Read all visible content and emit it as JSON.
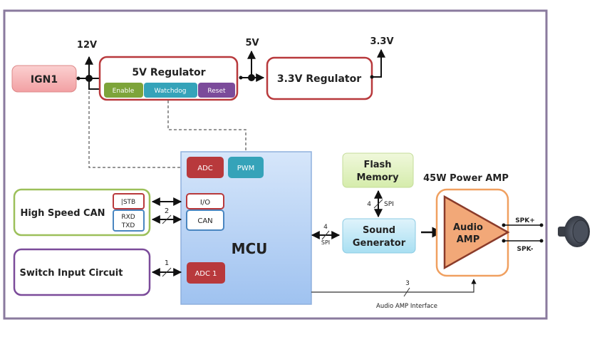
{
  "power": {
    "ign": "IGN1",
    "v12": "12V",
    "v5": "5V",
    "v33": "3.3V",
    "reg5": {
      "title": "5V Regulator",
      "pins": [
        "Enable",
        "Watchdog",
        "Reset"
      ]
    },
    "reg33": {
      "title": "3.3V Regulator"
    }
  },
  "mcu": {
    "title": "MCU",
    "ports": {
      "adc": "ADC",
      "pwm": "PWM",
      "io": "I/O",
      "can": "CAN",
      "adc1": "ADC 1"
    }
  },
  "can": {
    "title": "High Speed CAN",
    "pins": {
      "stb": "|STB",
      "rxd": "RXD",
      "txd": "TXD"
    },
    "bus_width": "2"
  },
  "switch": {
    "title": "Switch Input Circuit",
    "bus_width": "1"
  },
  "flash": {
    "line1": "Flash",
    "line2": "Memory",
    "bus_width": "4",
    "bus_type": "SPI"
  },
  "sound": {
    "line1": "Sound",
    "line2": "Generator",
    "bus_width": "4",
    "bus_type": "SPI"
  },
  "amp": {
    "section_title": "45W Power AMP",
    "line1": "Audio",
    "line2": "AMP",
    "spk_plus": "SPK+",
    "spk_minus": "SPK-",
    "interface_label": "Audio AMP Interface",
    "interface_width": "3"
  },
  "colors": {
    "frame": "#8a7a9e",
    "red": "#b8393c",
    "teal": "#35a3b9",
    "green_pin": "#7da43a",
    "purple_pin": "#7b4b9a",
    "mcu_fill": "#b9d4f4",
    "orange": "#f0a060"
  }
}
